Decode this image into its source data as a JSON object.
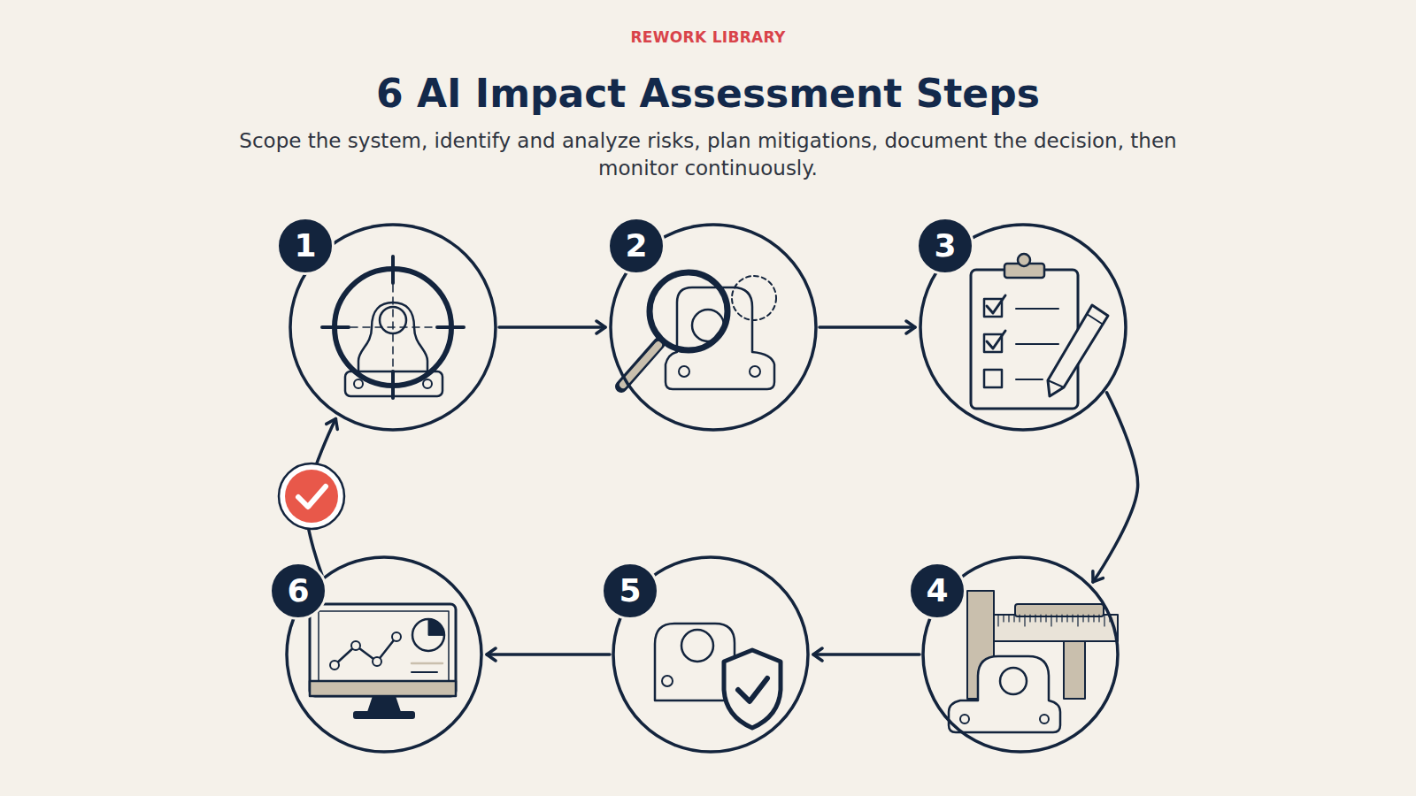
{
  "diagram": {
    "title": "6 AI Impact Assessment Steps",
    "caption": "Scope the system, identify and analyze risks, plan mitigations, document the decision, then monitor continuously.",
    "nodes": [
      {
        "text": [
          "1"
        ]
      },
      {
        "text": [
          "2"
        ]
      },
      {
        "text": [
          "3"
        ]
      },
      {
        "text": [
          "4"
        ]
      },
      {
        "text": [
          "5"
        ]
      },
      {
        "text": [
          "6"
        ]
      }
    ],
    "edges": [
      {
        "from": 0,
        "to": 1,
        "arrow": "to"
      },
      {
        "from": 1,
        "to": 2,
        "arrow": "to"
      },
      {
        "from": 2,
        "to": 3,
        "arrow": "to"
      },
      {
        "from": 3,
        "to": 4,
        "arrow": "to"
      },
      {
        "from": 4,
        "to": 5,
        "arrow": "to"
      },
      {
        "from": 5,
        "to": 0,
        "arrow": "to"
      }
    ],
    "labels": [
      "REWORK LIBRARY"
    ]
  }
}
